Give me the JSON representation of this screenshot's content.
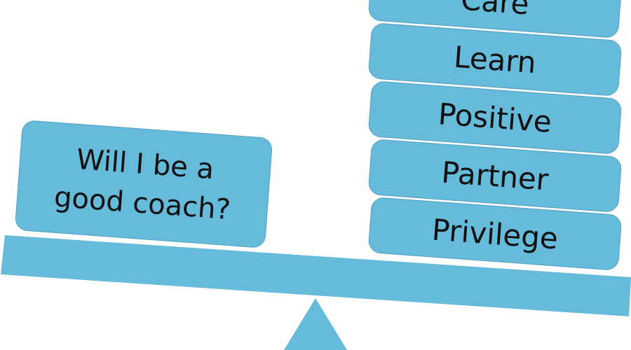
{
  "colors": {
    "box_fill": "#65bbd9",
    "box_border": "#4f9fc3",
    "beam_fill": "#65bbd9",
    "text": "#111111"
  },
  "question_block": {
    "lines": [
      "Will I be a",
      "good coach?"
    ]
  },
  "answer_blocks": [
    {
      "label": "Care"
    },
    {
      "label": "Learn"
    },
    {
      "label": "Positive"
    },
    {
      "label": "Partner"
    },
    {
      "label": "Privilege"
    }
  ]
}
